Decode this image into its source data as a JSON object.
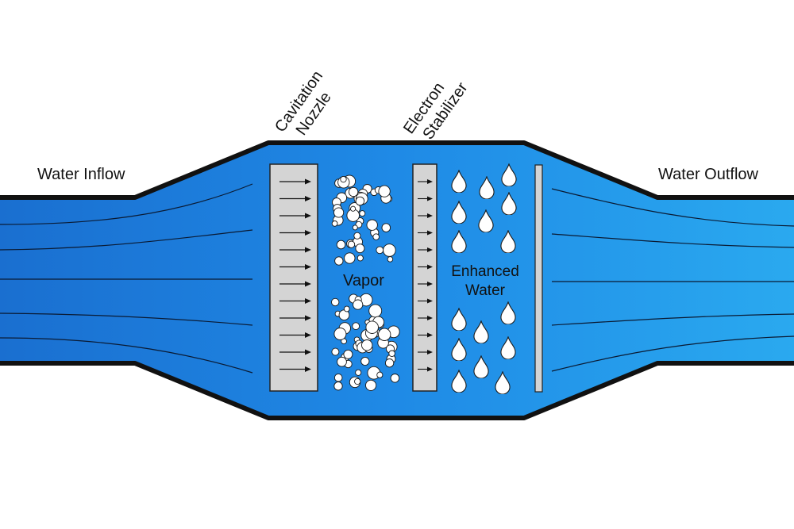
{
  "labels": {
    "water_inflow": "Water Inflow",
    "water_outflow": "Water Outflow",
    "cavitation_line1": "Cavitation",
    "cavitation_line2": "Nozzle",
    "electron_line1": "Electron",
    "electron_line2": "Stabilizer",
    "vapor": "Vapor",
    "enhanced_line1": "Enhanced",
    "enhanced_line2": "Water"
  },
  "colors": {
    "pipe_outline": "#111111",
    "water_dark": "#1a6fd0",
    "water_mid": "#1f8ae6",
    "water_light": "#2aa9ef",
    "panel_fill": "#d4d4d4",
    "bubble": "#ffffff"
  },
  "icons": {
    "flow_arrow": "right-arrow-icon",
    "droplet": "water-drop-icon",
    "bubble": "vapor-bubble-icon"
  }
}
